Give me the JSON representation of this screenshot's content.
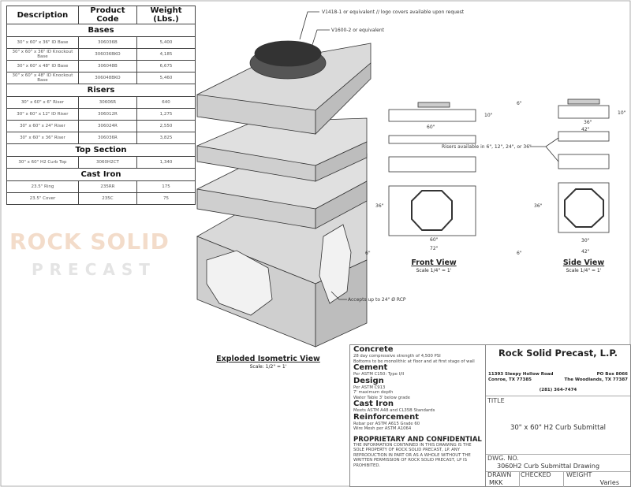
{
  "table": {
    "headers": [
      "Description",
      "Product Code",
      "Weight (Lbs.)"
    ],
    "sections": [
      {
        "title": "Bases",
        "rows": [
          [
            "30\" x 60\" x 36\" ID Base",
            "306036B",
            "5,400"
          ],
          [
            "30\" x 60\" x 36\" ID Knockout Base",
            "306036BKO",
            "4,185"
          ],
          [
            "30\" x 60\" x 48\" ID Base",
            "306048B",
            "6,675"
          ],
          [
            "30\" x 60\" x 48\" ID Knockout Base",
            "306048BKO",
            "5,460"
          ]
        ]
      },
      {
        "title": "Risers",
        "rows": [
          [
            "30\" x 60\" x 6\" Riser",
            "30606R",
            "640"
          ],
          [
            "30\" x 60\" x 12\" ID Riser",
            "306012R",
            "1,275"
          ],
          [
            "30\" x 60\" x 24\" Riser",
            "306024R",
            "2,550"
          ],
          [
            "30\" x 60\" x 36\" Riser",
            "306036R",
            "3,825"
          ]
        ]
      },
      {
        "title": "Top Section",
        "rows": [
          [
            "30\" x 60\" H2 Curb Top",
            "3060H2CT",
            "1,340"
          ]
        ]
      },
      {
        "title": "Cast Iron",
        "rows": [
          [
            "23.5\" Ring",
            "235RR",
            "175"
          ],
          [
            "23.5\" Cover",
            "235C",
            "75"
          ]
        ]
      }
    ]
  },
  "watermark": {
    "line1": "ROCK SOLID",
    "line2": "PRECAST"
  },
  "callouts": {
    "cover": "V1418-1 or equivalent // logo covers available upon request",
    "ring": "V1600-2 or equivalent",
    "rcp": "Accepts up to 24\" Ø RCP",
    "risers": "Risers available in 6\", 12\", 24\", or 36\""
  },
  "dims": {
    "d10": "10\"",
    "d60": "60\"",
    "d60b": "60\"",
    "d72": "72\"",
    "d36": "36\"",
    "d36s": "36\"",
    "d36w": "36\"",
    "d42": "42\"",
    "d42b": "42\"",
    "d30": "30\"",
    "d6a": "6\"",
    "d6b": "6\"",
    "d6c": "6\"",
    "d10s": "10\""
  },
  "views": {
    "iso_title": "Exploded Isometric View",
    "iso_scale": "Scale: 1/2\" = 1'",
    "front_title": "Front View",
    "front_scale": "Scale 1/4\" = 1'",
    "side_title": "Side View",
    "side_scale": "Scale 1/4\" = 1'"
  },
  "notes": {
    "concrete": "Concrete",
    "concrete1": "28 day compressive strength of 4,500 PSI",
    "concrete2": "Bottoms to be monolithic at floor and at first stage of wall",
    "cement": "Cement",
    "cement1": "Per ASTM C150: Type I/II",
    "design": "Design",
    "design1": "Per ASTM C913",
    "design2": "7' maximum depth",
    "design3": "Water Table 3' below grade",
    "castiron": "Cast Iron",
    "castiron1": "Meets ASTM A48 and CL35B Standards",
    "reinf": "Reinforcement",
    "reinf1": "Rebar per ASTM A615 Grade 60",
    "reinf2": "Wire Mesh per ASTM A1064",
    "prop": "PROPRIETARY AND CONFIDENTIAL",
    "prop1": "THE INFORMATION CONTAINED IN THIS DRAWING IS THE SOLE PROPERTY OF ROCK SOLID PRECAST, LP.  ANY REPRODUCTION IN PART OR AS A WHOLE WITHOUT THE WRITTEN PERMISSION OF ROCK SOLID PRECAST, LP IS PROHIBITED."
  },
  "title_block": {
    "company": "Rock Solid Precast, L.P.",
    "addr1": "11393 Sleepy Hollow Road",
    "addr2": "Conroe, TX 77385",
    "po1": "PO Box 8066",
    "po2": "The Woodlands, TX 77387",
    "phone": "(281) 364-7474",
    "title_label": "TITLE",
    "title": "30\" x 60\" H2 Curb Submittal",
    "dwg_label": "DWG.  NO.",
    "dwg": "3060H2 Curb Submittal Drawing",
    "drawn_label": "DRAWN",
    "checked_label": "CHECKED",
    "weight_label": "WEIGHT",
    "drawn": "MKK",
    "weight": "Varies"
  }
}
